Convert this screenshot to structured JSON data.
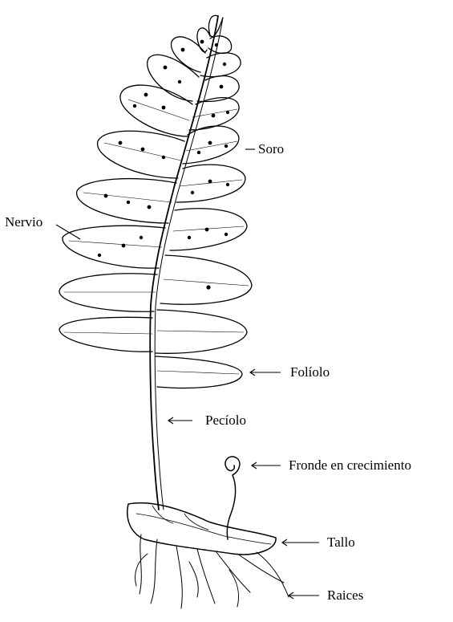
{
  "labels": {
    "soro": "Soro",
    "nervio": "Nervio",
    "foliolo": "Folíolo",
    "peciolo": "Pecíolo",
    "fronde": "Fronde en crecimiento",
    "tallo": "Tallo",
    "raices": "Raices"
  },
  "colors": {
    "ink": "#000000",
    "paper": "#ffffff"
  }
}
